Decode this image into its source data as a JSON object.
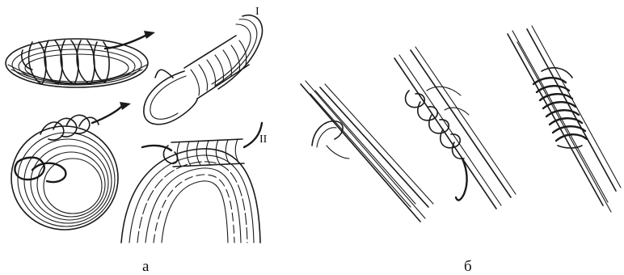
{
  "figure": {
    "panel_a": {
      "caption": "а",
      "markers": [
        "I",
        "II"
      ]
    },
    "panel_b": {
      "caption": "б"
    }
  }
}
